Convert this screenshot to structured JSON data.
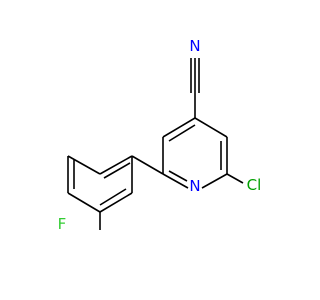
{
  "molecule": {
    "atoms": {
      "nitrile_n": {
        "symbol": "N",
        "color": "#0000ff"
      },
      "ring_n": {
        "symbol": "N",
        "color": "#0000ff"
      },
      "chlorine": {
        "symbol": "Cl",
        "color": "#00a000"
      },
      "fluorine": {
        "symbol": "F",
        "color": "#33cc33"
      }
    },
    "bond_color": "#000000"
  }
}
